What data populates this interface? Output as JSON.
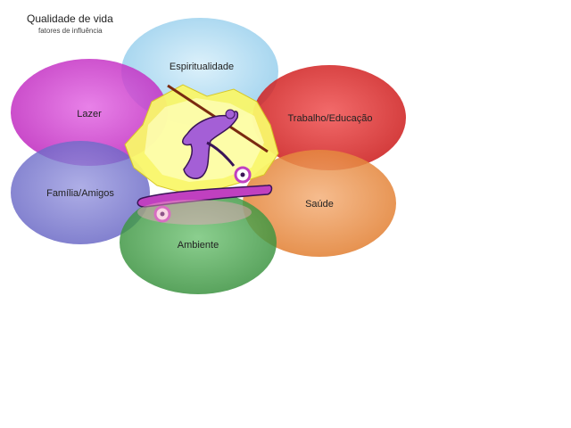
{
  "header": {
    "title": "Qualidade de vida",
    "subtitle": "fatores de influência"
  },
  "petals": [
    {
      "id": "espiritualidade",
      "label": "Espiritualidade",
      "color": "#9fd4ee"
    },
    {
      "id": "lazer",
      "label": "Lazer",
      "color": "#cc33cc"
    },
    {
      "id": "trabalho",
      "label": "Trabalho/Educação",
      "color": "#e42b2b"
    },
    {
      "id": "familia",
      "label": "Família/Amigos",
      "color": "#6d6cc6"
    },
    {
      "id": "saude",
      "label": "Saúde",
      "color": "#e88a3c"
    },
    {
      "id": "ambiente",
      "label": "Ambiente",
      "color": "#3e9b43"
    }
  ],
  "center_image": {
    "icon": "skateboarder-clipart",
    "background_color": "#f9f76a",
    "figure_color": "#a45fd6"
  }
}
